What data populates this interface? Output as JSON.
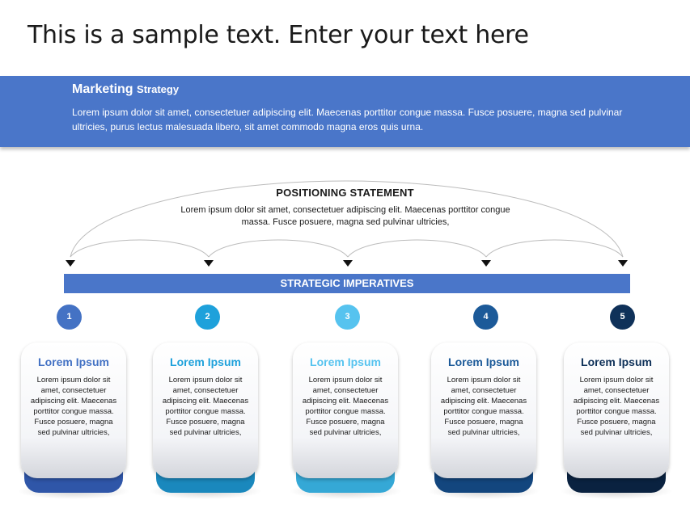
{
  "slide_title": "This is a sample text. Enter your text here",
  "banner": {
    "heading_main": "Marketing",
    "heading_sub": "Strategy",
    "body": "Lorem ipsum dolor sit amet, consectetuer adipiscing elit. Maecenas porttitor congue massa. Fusce posuere, magna sed pulvinar ultricies, purus lectus malesuada libero, sit amet commodo magna eros quis urna."
  },
  "positioning": {
    "title": "POSITIONING STATEMENT",
    "body": "Lorem ipsum dolor sit amet, consectetuer adipiscing elit. Maecenas porttitor congue massa. Fusce posuere, magna sed pulvinar ultricies,"
  },
  "strategic_bar": "STRATEGIC IMPERATIVES",
  "steps": [
    {
      "number": "1",
      "title": "Lorem Ipsum",
      "body": "Lorem ipsum dolor sit amet, consectetuer adipiscing elit. Maecenas porttitor congue massa. Fusce posuere, magna sed pulvinar ultricies,",
      "color": "#4472c4",
      "base_color": "#2f56a8"
    },
    {
      "number": "2",
      "title": "Lorem Ipsum",
      "body": "Lorem ipsum dolor sit amet, consectetuer adipiscing elit. Maecenas porttitor congue massa. Fusce posuere, magna sed pulvinar ultricies,",
      "color": "#1ea1db",
      "base_color": "#1a88bd"
    },
    {
      "number": "3",
      "title": "Lorem Ipsum",
      "body": "Lorem ipsum dolor sit amet, consectetuer adipiscing elit. Maecenas porttitor congue massa. Fusce posuere, magna sed pulvinar ultricies,",
      "color": "#56c3ef",
      "base_color": "#35a8d6"
    },
    {
      "number": "4",
      "title": "Lorem Ipsum",
      "body": "Lorem ipsum dolor sit amet, consectetuer adipiscing elit. Maecenas porttitor congue massa. Fusce posuere, magna sed pulvinar ultricies,",
      "color": "#1c5a99",
      "base_color": "#13467e"
    },
    {
      "number": "5",
      "title": "Lorem Ipsum",
      "body": "Lorem ipsum dolor sit amet, consectetuer adipiscing elit. Maecenas porttitor congue massa. Fusce posuere, magna sed pulvinar ultricies,",
      "color": "#0f3159",
      "base_color": "#0a2240"
    }
  ]
}
